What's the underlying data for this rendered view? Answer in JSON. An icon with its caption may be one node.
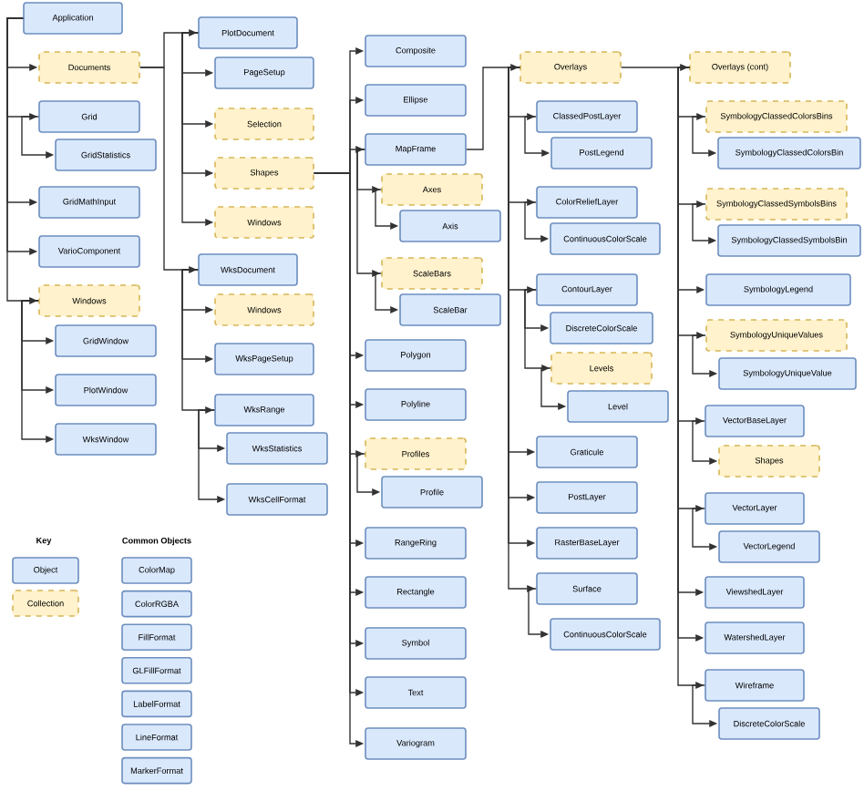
{
  "diagram": {
    "nodes": [
      {
        "text": [
          "Application"
        ]
      },
      {
        "text": [
          "Documents"
        ]
      },
      {
        "text": [
          "Grid"
        ]
      },
      {
        "text": [
          "GridStatistics"
        ]
      },
      {
        "text": [
          "GridMathInput"
        ]
      },
      {
        "text": [
          "VarioComponent"
        ]
      },
      {
        "text": [
          "Windows"
        ]
      },
      {
        "text": [
          "GridWindow"
        ]
      },
      {
        "text": [
          "PlotWindow"
        ]
      },
      {
        "text": [
          "WksWindow"
        ]
      },
      {
        "text": [
          "PlotDocument"
        ]
      },
      {
        "text": [
          "PageSetup"
        ]
      },
      {
        "text": [
          "Selection"
        ]
      },
      {
        "text": [
          "Shapes"
        ]
      },
      {
        "text": [
          "Windows"
        ]
      },
      {
        "text": [
          "WksDocument"
        ]
      },
      {
        "text": [
          "Windows"
        ]
      },
      {
        "text": [
          "WksPageSetup"
        ]
      },
      {
        "text": [
          "WksRange"
        ]
      },
      {
        "text": [
          "WksStatistics"
        ]
      },
      {
        "text": [
          "WksCellFormat"
        ]
      },
      {
        "text": [
          "Composite"
        ]
      },
      {
        "text": [
          "Ellipse"
        ]
      },
      {
        "text": [
          "MapFrame"
        ]
      },
      {
        "text": [
          "Axes"
        ]
      },
      {
        "text": [
          "Axis"
        ]
      },
      {
        "text": [
          "ScaleBars"
        ]
      },
      {
        "text": [
          "ScaleBar"
        ]
      },
      {
        "text": [
          "Polygon"
        ]
      },
      {
        "text": [
          "Polyline"
        ]
      },
      {
        "text": [
          "Profiles"
        ]
      },
      {
        "text": [
          "Profile"
        ]
      },
      {
        "text": [
          "RangeRing"
        ]
      },
      {
        "text": [
          "Rectangle"
        ]
      },
      {
        "text": [
          "Symbol"
        ]
      },
      {
        "text": [
          "Text"
        ]
      },
      {
        "text": [
          "Variogram"
        ]
      },
      {
        "text": [
          "Overlays"
        ]
      },
      {
        "text": [
          "ClassedPostLayer"
        ]
      },
      {
        "text": [
          "PostLegend"
        ]
      },
      {
        "text": [
          "ColorReliefLayer"
        ]
      },
      {
        "text": [
          "ContinuousColorScale"
        ]
      },
      {
        "text": [
          "ContourLayer"
        ]
      },
      {
        "text": [
          "DiscreteColorScale"
        ]
      },
      {
        "text": [
          "Levels"
        ]
      },
      {
        "text": [
          "Level"
        ]
      },
      {
        "text": [
          "Graticule"
        ]
      },
      {
        "text": [
          "PostLayer"
        ]
      },
      {
        "text": [
          "RasterBaseLayer"
        ]
      },
      {
        "text": [
          "Surface"
        ]
      },
      {
        "text": [
          "ContinuousColorScale"
        ]
      },
      {
        "text": [
          "Overlays  (cont)"
        ]
      },
      {
        "text": [
          "SymbologyClassedColorsBins"
        ]
      },
      {
        "text": [
          "SymbologyClassedColorsBin"
        ]
      },
      {
        "text": [
          "SymbologyClassedSymbolsBins"
        ]
      },
      {
        "text": [
          "SymbologyClassedSymbolsBin"
        ]
      },
      {
        "text": [
          "SymbologyLegend"
        ]
      },
      {
        "text": [
          "SymbologyUniqueValues"
        ]
      },
      {
        "text": [
          "SymbologyUniqueValue"
        ]
      },
      {
        "text": [
          "VectorBaseLayer"
        ]
      },
      {
        "text": [
          "Shapes"
        ]
      },
      {
        "text": [
          "VectorLayer"
        ]
      },
      {
        "text": [
          "VectorLegend"
        ]
      },
      {
        "text": [
          "ViewshedLayer"
        ]
      },
      {
        "text": [
          "WatershedLayer"
        ]
      },
      {
        "text": [
          "Wireframe"
        ]
      },
      {
        "text": [
          "DiscreteColorScale"
        ]
      },
      {
        "text": [
          "ColorMap"
        ]
      },
      {
        "text": [
          "ColorRGBA"
        ]
      },
      {
        "text": [
          "FillFormat"
        ]
      },
      {
        "text": [
          "GLFillFormat"
        ]
      },
      {
        "text": [
          "LabelFormat"
        ]
      },
      {
        "text": [
          "LineFormat"
        ]
      },
      {
        "text": [
          "MarkerFormat"
        ]
      }
    ],
    "edges": [
      {
        "from": 0,
        "to": 1,
        "arrow": "to"
      },
      {
        "from": 0,
        "to": 2,
        "arrow": "to"
      },
      {
        "from": 2,
        "to": 3,
        "arrow": "to"
      },
      {
        "from": 0,
        "to": 4,
        "arrow": "to"
      },
      {
        "from": 0,
        "to": 5,
        "arrow": "to"
      },
      {
        "from": 0,
        "to": 6,
        "arrow": "to"
      },
      {
        "from": 6,
        "to": 7,
        "arrow": "to"
      },
      {
        "from": 6,
        "to": 8,
        "arrow": "to"
      },
      {
        "from": 6,
        "to": 9,
        "arrow": "to"
      },
      {
        "from": 1,
        "to": 10,
        "arrow": "to"
      },
      {
        "from": 10,
        "to": 11,
        "arrow": "to"
      },
      {
        "from": 10,
        "to": 12,
        "arrow": "to"
      },
      {
        "from": 10,
        "to": 13,
        "arrow": "to"
      },
      {
        "from": 10,
        "to": 14,
        "arrow": "to"
      },
      {
        "from": 1,
        "to": 15,
        "arrow": "to"
      },
      {
        "from": 15,
        "to": 16,
        "arrow": "to"
      },
      {
        "from": 15,
        "to": 17,
        "arrow": "to"
      },
      {
        "from": 15,
        "to": 18,
        "arrow": "to"
      },
      {
        "from": 18,
        "to": 19,
        "arrow": "to"
      },
      {
        "from": 18,
        "to": 20,
        "arrow": "to"
      },
      {
        "from": 13,
        "to": 21,
        "arrow": "to"
      },
      {
        "from": 13,
        "to": 22,
        "arrow": "to"
      },
      {
        "from": 13,
        "to": 23,
        "arrow": "to"
      },
      {
        "from": 23,
        "to": 24,
        "arrow": "to"
      },
      {
        "from": 24,
        "to": 25,
        "arrow": "to"
      },
      {
        "from": 23,
        "to": 26,
        "arrow": "to"
      },
      {
        "from": 26,
        "to": 27,
        "arrow": "to"
      },
      {
        "from": 13,
        "to": 28,
        "arrow": "to"
      },
      {
        "from": 13,
        "to": 29,
        "arrow": "to"
      },
      {
        "from": 13,
        "to": 30,
        "arrow": "to"
      },
      {
        "from": 30,
        "to": 31,
        "arrow": "to"
      },
      {
        "from": 13,
        "to": 32,
        "arrow": "to"
      },
      {
        "from": 13,
        "to": 33,
        "arrow": "to"
      },
      {
        "from": 13,
        "to": 34,
        "arrow": "to"
      },
      {
        "from": 13,
        "to": 35,
        "arrow": "to"
      },
      {
        "from": 13,
        "to": 36,
        "arrow": "to"
      },
      {
        "from": 23,
        "to": 37,
        "arrow": "to"
      },
      {
        "from": 37,
        "to": 38,
        "arrow": "to"
      },
      {
        "from": 38,
        "to": 39,
        "arrow": "to"
      },
      {
        "from": 37,
        "to": 40,
        "arrow": "to"
      },
      {
        "from": 40,
        "to": 41,
        "arrow": "to"
      },
      {
        "from": 37,
        "to": 42,
        "arrow": "to"
      },
      {
        "from": 42,
        "to": 43,
        "arrow": "to"
      },
      {
        "from": 42,
        "to": 44,
        "arrow": "to"
      },
      {
        "from": 44,
        "to": 45,
        "arrow": "to"
      },
      {
        "from": 37,
        "to": 46,
        "arrow": "to"
      },
      {
        "from": 37,
        "to": 47,
        "arrow": "to"
      },
      {
        "from": 37,
        "to": 48,
        "arrow": "to"
      },
      {
        "from": 37,
        "to": 49,
        "arrow": "to"
      },
      {
        "from": 49,
        "to": 50,
        "arrow": "to"
      },
      {
        "from": 37,
        "to": 51,
        "arrow": "to"
      },
      {
        "from": 51,
        "to": 52,
        "arrow": "to"
      },
      {
        "from": 52,
        "to": 53,
        "arrow": "to"
      },
      {
        "from": 51,
        "to": 54,
        "arrow": "to"
      },
      {
        "from": 54,
        "to": 55,
        "arrow": "to"
      },
      {
        "from": 51,
        "to": 56,
        "arrow": "to"
      },
      {
        "from": 51,
        "to": 57,
        "arrow": "to"
      },
      {
        "from": 57,
        "to": 58,
        "arrow": "to"
      },
      {
        "from": 51,
        "to": 59,
        "arrow": "to"
      },
      {
        "from": 59,
        "to": 60,
        "arrow": "to"
      },
      {
        "from": 51,
        "to": 61,
        "arrow": "to"
      },
      {
        "from": 61,
        "to": 62,
        "arrow": "to"
      },
      {
        "from": 51,
        "to": 63,
        "arrow": "to"
      },
      {
        "from": 51,
        "to": 64,
        "arrow": "to"
      },
      {
        "from": 51,
        "to": 65,
        "arrow": "to"
      },
      {
        "from": 65,
        "to": 66,
        "arrow": "to"
      }
    ],
    "labels": [
      "Key",
      "Common Objects"
    ],
    "legend": [
      {
        "text": "Object",
        "color": "#dae8fc"
      },
      {
        "text": "Collection",
        "color": "#fff2cc"
      }
    ]
  }
}
